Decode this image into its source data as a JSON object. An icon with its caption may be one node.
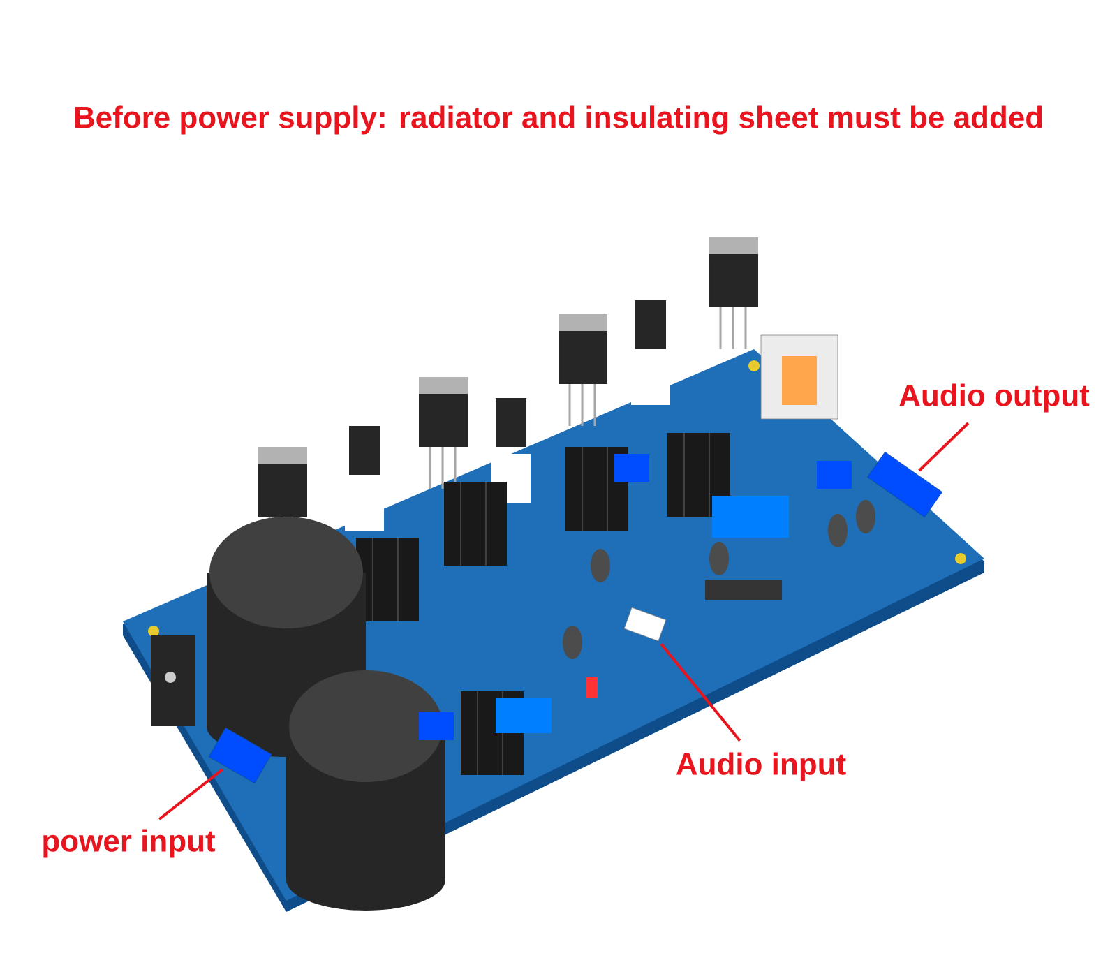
{
  "diagram": {
    "title": "Before power supply: radiator and insulating sheet must be added",
    "nodes": [
      {
        "text": [
          "Audio output"
        ]
      },
      {
        "text": [
          "Audio input"
        ]
      },
      {
        "text": [
          "power input"
        ]
      },
      {
        "text": [],
        "shape": "picture"
      },
      {
        "text": [],
        "shape": "picture"
      },
      {
        "text": [],
        "shape": "picture"
      }
    ],
    "edges": [
      {
        "from": 0,
        "to": 3,
        "arrow": "none"
      },
      {
        "from": 1,
        "to": 4,
        "arrow": "none"
      },
      {
        "from": 2,
        "to": 5,
        "arrow": "none"
      }
    ]
  }
}
